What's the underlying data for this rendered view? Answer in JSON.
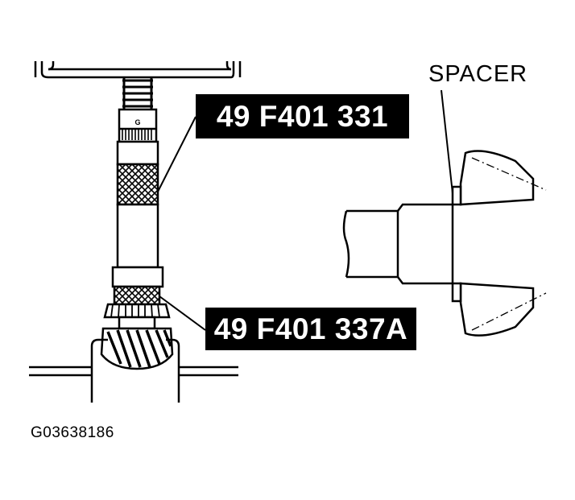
{
  "labels": {
    "tool_1": "49 F401 331",
    "tool_2": "49 F401 337A",
    "spacer": "SPACER",
    "gauge_mark": "G",
    "figure_id": "G03638186"
  }
}
